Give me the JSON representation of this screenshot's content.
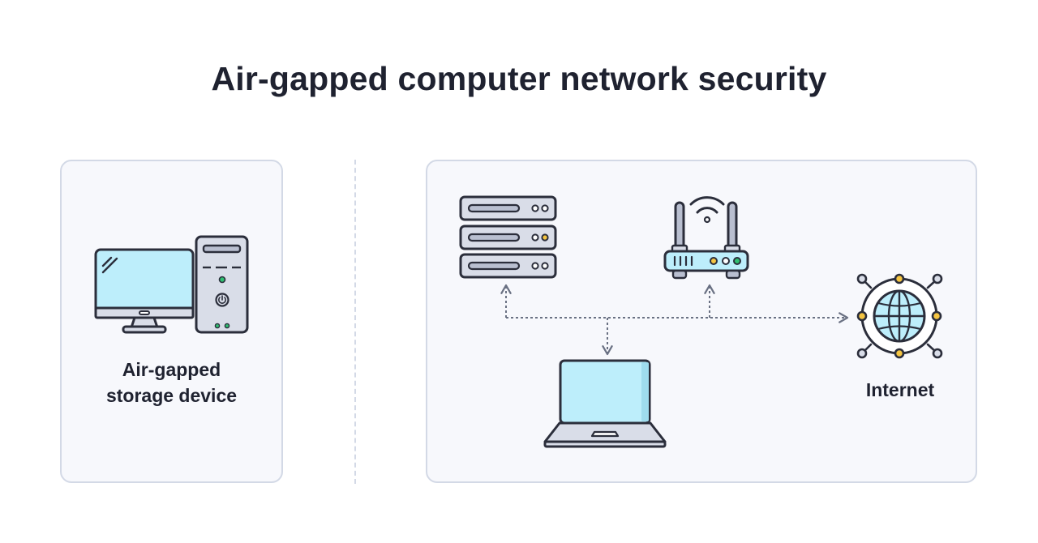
{
  "title": "Air-gapped computer network security",
  "left_panel": {
    "label_line1": "Air-gapped",
    "label_line2": "storage device"
  },
  "right_panel": {
    "internet_label": "Internet"
  },
  "colors": {
    "outline": "#2b2e3b",
    "screen": "#bdeefb",
    "device_gray": "#d9dde8",
    "panel_bg": "#f7f8fc",
    "panel_border": "#d3d9e6",
    "connector": "#6a7183",
    "led_yellow": "#f5c542",
    "led_green": "#2fbf71"
  },
  "icons": [
    "desktop-monitor-icon",
    "pc-tower-icon",
    "server-rack-icon",
    "wifi-router-icon",
    "laptop-icon",
    "globe-network-icon"
  ]
}
